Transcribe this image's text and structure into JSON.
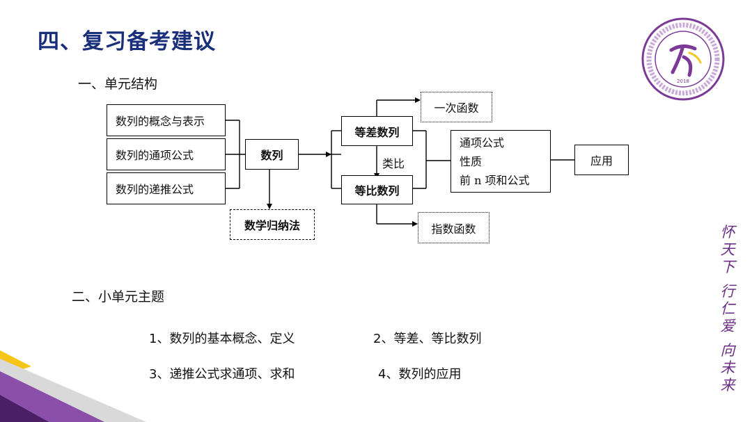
{
  "title": "四、复习备考建议",
  "section1": {
    "heading": "一、单元结构"
  },
  "diagram": {
    "left_boxes": [
      "数列的概念与表示",
      "数列的通项公式",
      "数列的递推公式"
    ],
    "center": "数列",
    "induction": "数学归纳法",
    "arithmetic": "等差数列",
    "geometric": "等比数列",
    "analogy": "类比",
    "linear_function": "一次函数",
    "exponential_function": "指数函数",
    "properties": [
      "通项公式",
      "性质",
      "前 n 项和公式"
    ],
    "application": "应用"
  },
  "section2": {
    "heading": "二、小单元主题",
    "topics": [
      "1、数列的基本概念、定义",
      "2、等差、等比数列",
      "3、递推公式求通项、求和",
      "4、数列的应用"
    ]
  },
  "motto": [
    "怀",
    "天",
    "下",
    "行",
    "仁",
    "爱",
    "向",
    "未",
    "来"
  ],
  "seal": {
    "year": "2018"
  },
  "colors": {
    "title": "#1a2f7a",
    "brand": "#6a2f86",
    "accent": "#f5c518"
  }
}
